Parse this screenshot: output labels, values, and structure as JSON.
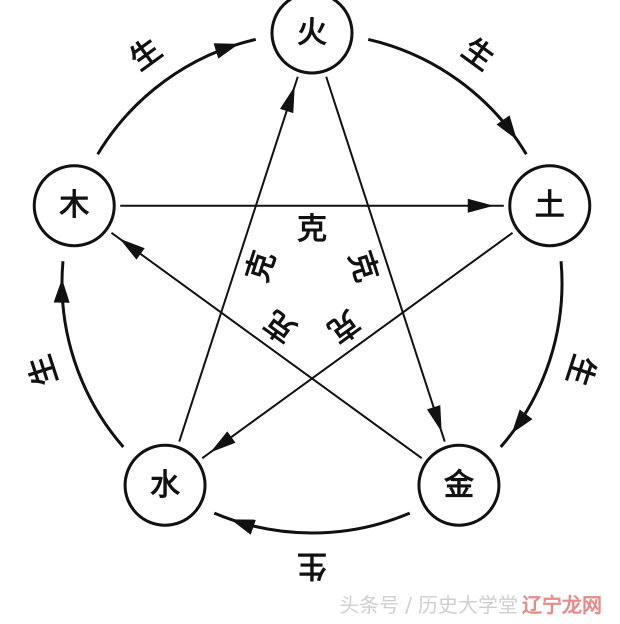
{
  "diagram": {
    "nodes": [
      {
        "id": "fire",
        "label": "火"
      },
      {
        "id": "earth",
        "label": "土"
      },
      {
        "id": "metal",
        "label": "金"
      },
      {
        "id": "water",
        "label": "水"
      },
      {
        "id": "wood",
        "label": "木"
      }
    ],
    "generate_label": "生",
    "overcome_label": "克",
    "generate_cycle": [
      {
        "from": "wood",
        "to": "fire"
      },
      {
        "from": "fire",
        "to": "earth"
      },
      {
        "from": "earth",
        "to": "metal"
      },
      {
        "from": "metal",
        "to": "water"
      },
      {
        "from": "water",
        "to": "wood"
      }
    ],
    "overcome_cycle": [
      {
        "from": "wood",
        "to": "earth"
      },
      {
        "from": "earth",
        "to": "water"
      },
      {
        "from": "water",
        "to": "fire"
      },
      {
        "from": "fire",
        "to": "metal"
      },
      {
        "from": "metal",
        "to": "wood"
      }
    ]
  },
  "watermark": {
    "source": "头条号",
    "author": "历史大学堂",
    "brand": "辽宁龙网"
  }
}
